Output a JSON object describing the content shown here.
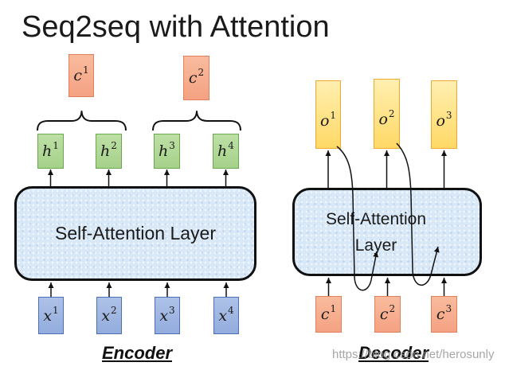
{
  "title": "Seq2seq with Attention",
  "encoder": {
    "label": "Encoder",
    "layer_label": "Self-Attention Layer",
    "contexts": [
      {
        "base": "c",
        "sup": "1"
      },
      {
        "base": "c",
        "sup": "2"
      }
    ],
    "hidden": [
      {
        "base": "h",
        "sup": "1"
      },
      {
        "base": "h",
        "sup": "2"
      },
      {
        "base": "h",
        "sup": "3"
      },
      {
        "base": "h",
        "sup": "4"
      }
    ],
    "inputs": [
      {
        "base": "x",
        "sup": "1"
      },
      {
        "base": "x",
        "sup": "2"
      },
      {
        "base": "x",
        "sup": "3"
      },
      {
        "base": "x",
        "sup": "4"
      }
    ]
  },
  "decoder": {
    "label": "Decoder",
    "layer_label_lines": [
      "Self-Attention",
      "Layer"
    ],
    "outputs": [
      {
        "base": "o",
        "sup": "1"
      },
      {
        "base": "o",
        "sup": "2"
      },
      {
        "base": "o",
        "sup": "3"
      }
    ],
    "inputs": [
      {
        "base": "c",
        "sup": "1"
      },
      {
        "base": "c",
        "sup": "2"
      },
      {
        "base": "c",
        "sup": "3"
      }
    ]
  },
  "watermark": "https://blog.csdn.net/herosunly",
  "colors": {
    "context_box": "#f4a282",
    "hidden_box": "#a6d18a",
    "input_box": "#93acdd",
    "output_box": "#ffd966",
    "layer_fill": "#d9e8f7",
    "outline": "#111111"
  }
}
